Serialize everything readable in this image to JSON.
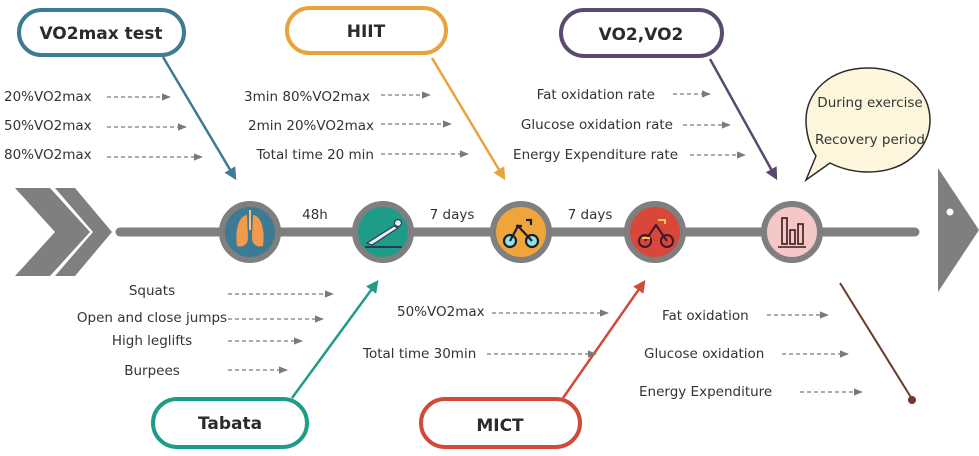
{
  "boxes": {
    "vo2max_test": {
      "title": "VO2max test",
      "color": "#3d7a94",
      "items": [
        "20%VO2max",
        "50%VO2max",
        "80%VO2max"
      ]
    },
    "hiit": {
      "title": "HIIT",
      "color": "#e8a33d",
      "items": [
        "3min 80%VO2max",
        "2min 20%VO2max",
        "Total time 20 min"
      ]
    },
    "vo2": {
      "title": "VO2,VO2",
      "color": "#5a4a6e",
      "items": [
        "Fat oxidation rate",
        "Glucose oxidation rate",
        "Energy Expenditure rate"
      ]
    },
    "tabata": {
      "title": "Tabata",
      "color": "#1f9c88",
      "items": [
        "Squats",
        "Open and close jumps",
        "High leglifts",
        "Burpees"
      ]
    },
    "mict": {
      "title": "MICT",
      "color": "#d04a3a",
      "items": [
        "50%VO2max",
        "Total time 30min"
      ]
    },
    "outcomes": {
      "color": "#6b3a2a",
      "items": [
        "Fat oxidation",
        "Glucose oxidation",
        "Energy Expenditure"
      ]
    }
  },
  "bubble": {
    "lines": [
      "During exercise",
      "Recovery period"
    ]
  },
  "timeline": {
    "intervals": [
      "48h",
      "7 days",
      "7 days"
    ],
    "nodes": [
      {
        "icon": "lungs-icon",
        "color": "#3d7a94"
      },
      {
        "icon": "plank-icon",
        "color": "#1f9c88"
      },
      {
        "icon": "bicycle-icon",
        "color": "#f0a53a"
      },
      {
        "icon": "bicycle-icon",
        "color": "#d9473a"
      },
      {
        "icon": "bar-chart-icon",
        "color": "#f5c7c7"
      }
    ]
  }
}
